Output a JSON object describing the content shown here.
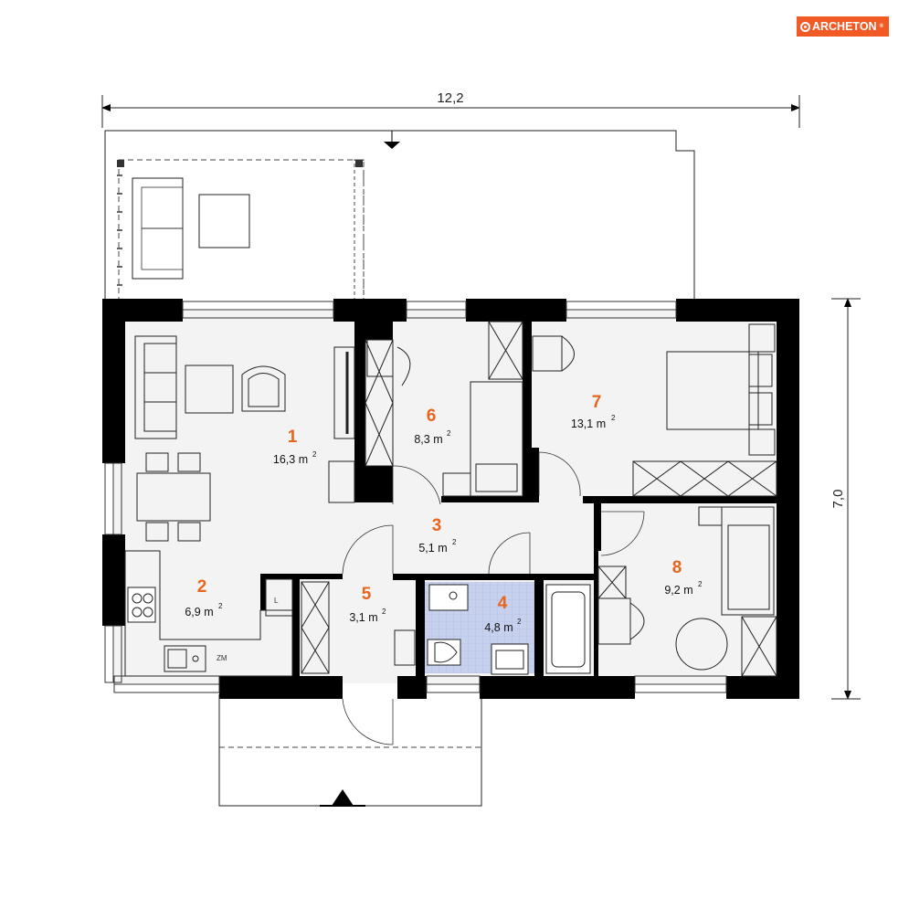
{
  "brand": {
    "name": "ARCHETON",
    "registered": "®",
    "color": "#f15a24"
  },
  "dimensions": {
    "width": "12,2",
    "depth": "7,0"
  },
  "rooms": [
    {
      "number": "1",
      "area": "16,3 m",
      "sup": "2"
    },
    {
      "number": "2",
      "area": "6,9 m",
      "sup": "2"
    },
    {
      "number": "3",
      "area": "5,1 m",
      "sup": "2"
    },
    {
      "number": "4",
      "area": "4,8 m",
      "sup": "2"
    },
    {
      "number": "5",
      "area": "3,1 m",
      "sup": "2"
    },
    {
      "number": "6",
      "area": "8,3 m",
      "sup": "2"
    },
    {
      "number": "7",
      "area": "13,1 m",
      "sup": "2"
    },
    {
      "number": "8",
      "area": "9,2 m",
      "sup": "2"
    }
  ],
  "labels": {
    "zm": "ZM",
    "l": "L"
  },
  "colors": {
    "wall": "#000000",
    "floor": "#f3f3f3",
    "accent": "#e8651e",
    "bathroom_tile": "#c7d1ee"
  }
}
